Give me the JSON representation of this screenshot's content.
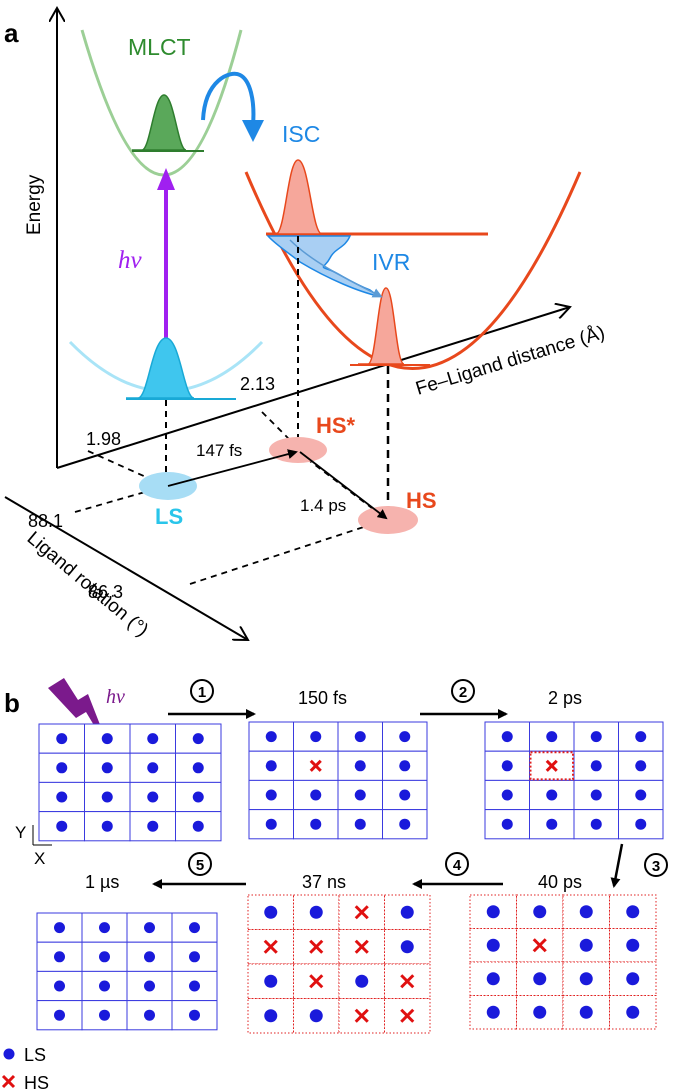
{
  "panel_a": {
    "label": "a",
    "axis_energy": "Energy",
    "axis_distance": "Fe–Ligand distance (Å)",
    "axis_rotation": "Ligand rotation (°)",
    "state_mlct": "MLCT",
    "process_isc": "ISC",
    "process_ivr": "IVR",
    "photon": "hν",
    "tick_198": "1.98",
    "tick_213": "2.13",
    "tick_881": "88.1",
    "tick_863": "86.3",
    "time_147fs": "147 fs",
    "time_14ps": "1.4 ps",
    "state_ls": "LS",
    "state_hs_star": "HS*",
    "state_hs": "HS",
    "colors": {
      "mlct": "#2e8b2e",
      "isc": "#1e88e5",
      "hs": "#e8481c",
      "ls": "#29c5ea",
      "photon": "#a020f0"
    }
  },
  "panel_b": {
    "label": "b",
    "photon": "hν",
    "axis_y": "Y",
    "axis_x": "X",
    "steps": [
      "1",
      "2",
      "3",
      "4",
      "5"
    ],
    "times": [
      "150 fs",
      "2 ps",
      "40 ps",
      "37 ns",
      "1 µs"
    ],
    "legend_ls": "LS",
    "legend_hs": "HS",
    "grids": [
      {
        "time": "",
        "style": "solid",
        "cells": [
          "LS",
          "LS",
          "LS",
          "LS",
          "LS",
          "LS",
          "LS",
          "LS",
          "LS",
          "LS",
          "LS",
          "LS",
          "LS",
          "LS",
          "LS",
          "LS"
        ]
      },
      {
        "time": "150 fs",
        "style": "solid",
        "cells": [
          "LS",
          "LS",
          "LS",
          "LS",
          "LS",
          "HS",
          "LS",
          "LS",
          "LS",
          "LS",
          "LS",
          "LS",
          "LS",
          "LS",
          "LS",
          "LS"
        ]
      },
      {
        "time": "2 ps",
        "style": "solid",
        "highlight": 5,
        "cells": [
          "LS",
          "LS",
          "LS",
          "LS",
          "LS",
          "HS",
          "LS",
          "LS",
          "LS",
          "LS",
          "LS",
          "LS",
          "LS",
          "LS",
          "LS",
          "LS"
        ]
      },
      {
        "time": "40 ps",
        "style": "dotted",
        "cells": [
          "LS",
          "LS",
          "LS",
          "LS",
          "LS",
          "HS",
          "LS",
          "LS",
          "LS",
          "LS",
          "LS",
          "LS",
          "LS",
          "LS",
          "LS",
          "LS"
        ]
      },
      {
        "time": "37 ns",
        "style": "dotted",
        "cells": [
          "LS",
          "LS",
          "HS",
          "LS",
          "HS",
          "HS",
          "HS",
          "LS",
          "LS",
          "HS",
          "LS",
          "HS",
          "LS",
          "LS",
          "HS",
          "HS"
        ]
      },
      {
        "time": "1 µs",
        "style": "solid",
        "cells": [
          "LS",
          "LS",
          "LS",
          "LS",
          "LS",
          "LS",
          "LS",
          "LS",
          "LS",
          "LS",
          "LS",
          "LS",
          "LS",
          "LS",
          "LS",
          "LS"
        ]
      }
    ],
    "colors": {
      "ls_dot": "#1a1adb",
      "hs_cross": "#e01010",
      "grid_blue": "#3a3adf",
      "grid_red": "#e02020",
      "bolt": "#7b1a8c"
    }
  }
}
